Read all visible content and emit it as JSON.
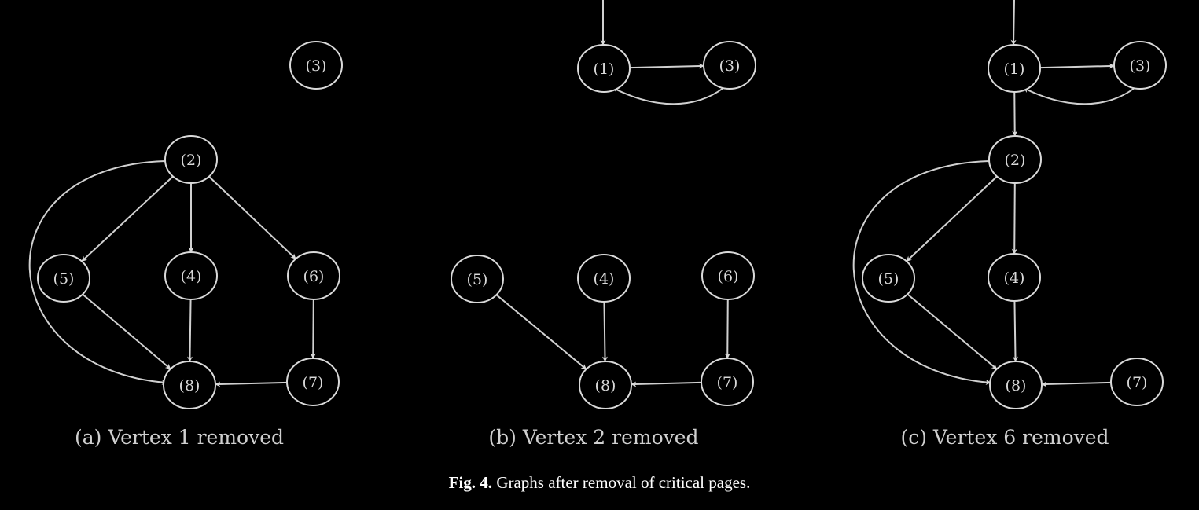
{
  "caption": {
    "label": "Fig. 4.",
    "text": "Graphs after removal of critical pages."
  },
  "colors": {
    "background": "#000000",
    "stroke": "#d9d9d9",
    "text": "#d9d9d9"
  },
  "panels": [
    {
      "id": "a",
      "caption": "(a) Vertex 1 removed",
      "nodes": [
        {
          "id": "3",
          "label": "(3)"
        },
        {
          "id": "2",
          "label": "(2)"
        },
        {
          "id": "5",
          "label": "(5)"
        },
        {
          "id": "4",
          "label": "(4)"
        },
        {
          "id": "6",
          "label": "(6)"
        },
        {
          "id": "8",
          "label": "(8)"
        },
        {
          "id": "7",
          "label": "(7)"
        }
      ],
      "edges": [
        {
          "from": "2",
          "to": "5"
        },
        {
          "from": "2",
          "to": "4"
        },
        {
          "from": "2",
          "to": "6"
        },
        {
          "from": "2",
          "to": "8",
          "curved": true
        },
        {
          "from": "5",
          "to": "8"
        },
        {
          "from": "4",
          "to": "8"
        },
        {
          "from": "6",
          "to": "7"
        },
        {
          "from": "7",
          "to": "8"
        }
      ]
    },
    {
      "id": "b",
      "caption": "(b) Vertex 2 removed",
      "nodes": [
        {
          "id": "1",
          "label": "(1)"
        },
        {
          "id": "3",
          "label": "(3)"
        },
        {
          "id": "5",
          "label": "(5)"
        },
        {
          "id": "4",
          "label": "(4)"
        },
        {
          "id": "6",
          "label": "(6)"
        },
        {
          "id": "8",
          "label": "(8)"
        },
        {
          "id": "7",
          "label": "(7)"
        }
      ],
      "edges": [
        {
          "from": "entry",
          "to": "1"
        },
        {
          "from": "1",
          "to": "3"
        },
        {
          "from": "3",
          "to": "1",
          "curved": true
        },
        {
          "from": "5",
          "to": "8"
        },
        {
          "from": "4",
          "to": "8"
        },
        {
          "from": "6",
          "to": "7"
        },
        {
          "from": "7",
          "to": "8"
        }
      ]
    },
    {
      "id": "c",
      "caption": "(c) Vertex 6 removed",
      "nodes": [
        {
          "id": "1",
          "label": "(1)"
        },
        {
          "id": "3",
          "label": "(3)"
        },
        {
          "id": "2",
          "label": "(2)"
        },
        {
          "id": "5",
          "label": "(5)"
        },
        {
          "id": "4",
          "label": "(4)"
        },
        {
          "id": "8",
          "label": "(8)"
        },
        {
          "id": "7",
          "label": "(7)"
        }
      ],
      "edges": [
        {
          "from": "entry",
          "to": "1"
        },
        {
          "from": "1",
          "to": "3"
        },
        {
          "from": "3",
          "to": "1",
          "curved": true
        },
        {
          "from": "1",
          "to": "2"
        },
        {
          "from": "2",
          "to": "5"
        },
        {
          "from": "2",
          "to": "4"
        },
        {
          "from": "2",
          "to": "8",
          "curved": true
        },
        {
          "from": "5",
          "to": "8"
        },
        {
          "from": "4",
          "to": "8"
        },
        {
          "from": "7",
          "to": "8"
        }
      ]
    }
  ]
}
